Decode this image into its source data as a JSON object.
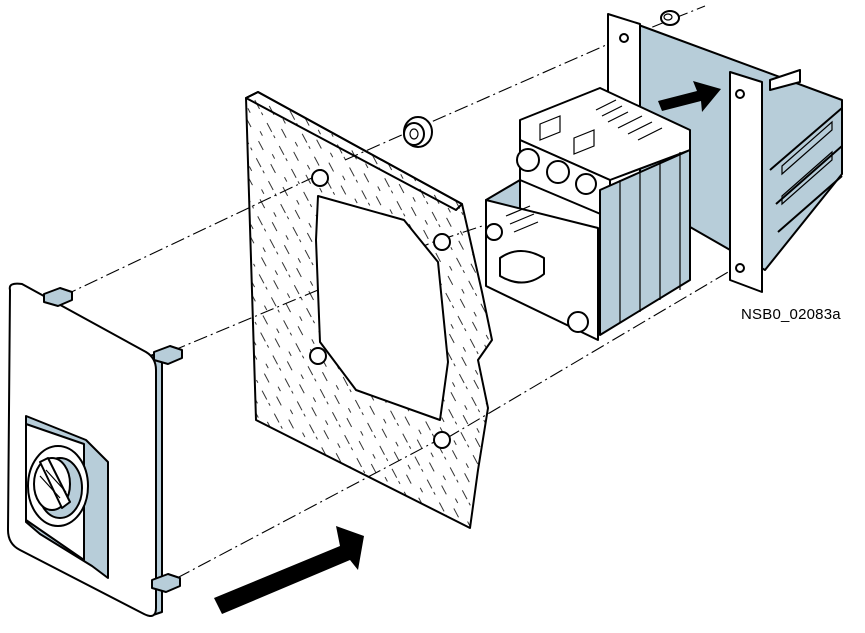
{
  "figure": {
    "reference_label": "NSB0_02083a"
  },
  "colors": {
    "part_blue": "#b7cdd9",
    "line": "#000000",
    "background": "#ffffff"
  },
  "parts": [
    "front-handle-panel",
    "gasket-plate",
    "circuit-breaker",
    "mounting-bracket",
    "spacer-nut",
    "assembly-arrows"
  ]
}
